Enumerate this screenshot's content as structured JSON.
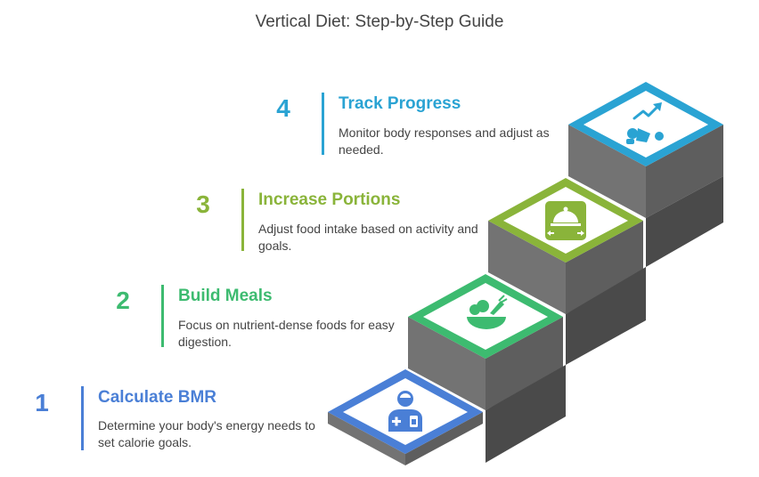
{
  "title": "Vertical Diet: Step-by-Step Guide",
  "colors": {
    "step1": "#4a7fd6",
    "step2": "#3dbb70",
    "step3": "#8ab43a",
    "step4": "#2aa3d3",
    "stair_side": "#5e5e5e",
    "stair_front": "#737373",
    "stair_dark": "#4a4a4a"
  },
  "steps": [
    {
      "number": "1",
      "title": "Calculate BMR",
      "description": "Determine your body's energy needs to set calorie goals.",
      "icon": "doctor-icon"
    },
    {
      "number": "2",
      "title": "Build Meals",
      "description": "Focus on nutrient-dense foods for easy digestion.",
      "icon": "salad-bowl-icon"
    },
    {
      "number": "3",
      "title": "Increase Portions",
      "description": "Adjust food intake based on activity and goals.",
      "icon": "serving-cloche-icon"
    },
    {
      "number": "4",
      "title": "Track Progress",
      "description": "Monitor body responses and adjust as needed.",
      "icon": "progress-chart-icon"
    }
  ]
}
